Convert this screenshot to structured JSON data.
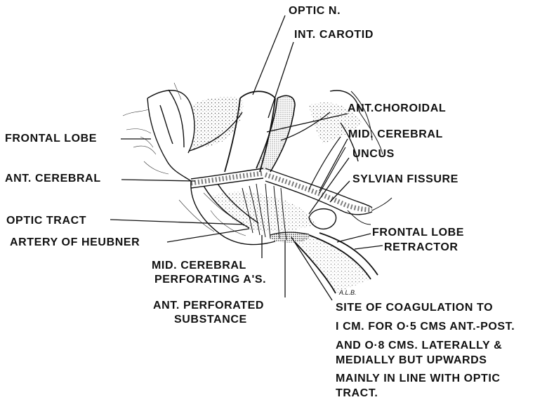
{
  "labels": {
    "optic_n": "OPTIC N.",
    "int_carotid": "INT. CAROTID",
    "ant_choroidal": "ANT.CHOROIDAL",
    "frontal_lobe": "FRONTAL LOBE",
    "mid_cerebral": "MID. CEREBRAL",
    "uncus": "UNCUS",
    "ant_cerebral": "ANT. CEREBRAL",
    "sylvian_fissure": "SYLVIAN FISSURE",
    "optic_tract": "OPTIC TRACT",
    "frontal_lobe_retractor_1": "FRONTAL LOBE",
    "frontal_lobe_retractor_2": "RETRACTOR",
    "artery_of_heubner": "ARTERY OF HEUBNER",
    "mid_cerebral_perforating_1": "MID. CEREBRAL",
    "mid_cerebral_perforating_2": "PERFORATING A'S.",
    "ant_perforated_1": "ANT. PERFORATED",
    "ant_perforated_2": "SUBSTANCE",
    "site_1": "SITE OF COAGULATION TO",
    "site_2": "I CM. FOR O·5 CMS ANT.-POST.",
    "site_3": "AND O·8 CMS. LATERALLY &",
    "site_4": "MEDIALLY BUT UPWARDS",
    "site_5": "MAINLY IN LINE WITH OPTIC",
    "site_6": "TRACT.",
    "initials": "A.L.B."
  },
  "colors": {
    "ink": "#111111",
    "background": "#ffffff"
  }
}
